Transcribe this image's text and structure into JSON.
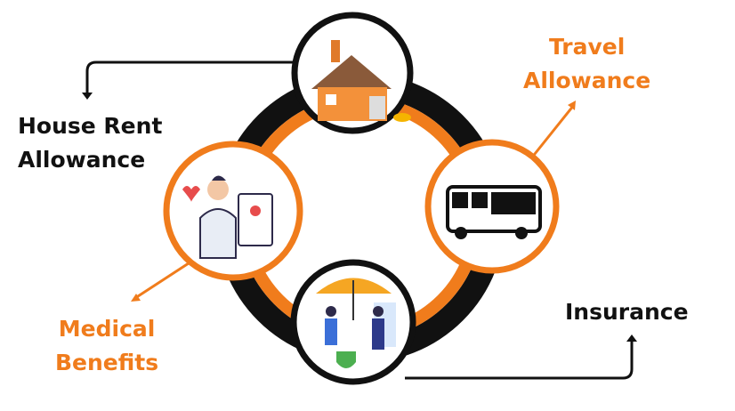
{
  "labels": {
    "house_rent": [
      "House Rent",
      "Allowance"
    ],
    "travel": [
      "Travel",
      "Allowance"
    ],
    "medical": [
      "Medical",
      "Benefits"
    ],
    "insurance": "Insurance"
  },
  "colors": {
    "orange": "#f07c1c",
    "black": "#111111"
  }
}
